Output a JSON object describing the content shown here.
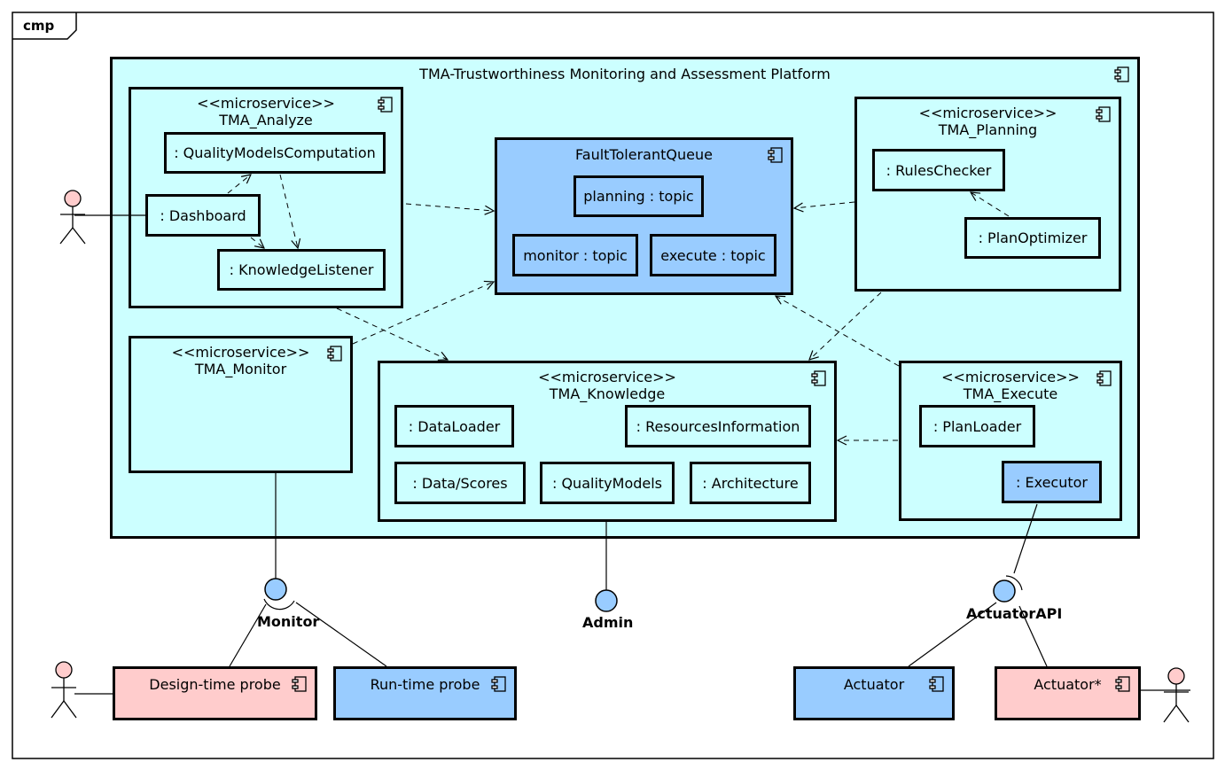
{
  "frame_label": "cmp",
  "platform": {
    "title": "TMA-Trustworthiness Monitoring and Assessment Platform"
  },
  "stereotype": "<<microservice>>",
  "analyze": {
    "name": "TMA_Analyze",
    "parts": [
      ": QualityModelsComputation",
      ": Dashboard",
      ": KnowledgeListener"
    ]
  },
  "queue": {
    "name": "FaultTolerantQueue",
    "topics": [
      "planning : topic",
      "monitor : topic",
      "execute : topic"
    ]
  },
  "planning": {
    "name": "TMA_Planning",
    "parts": [
      ": RulesChecker",
      ": PlanOptimizer"
    ]
  },
  "monitor_ms": {
    "name": "TMA_Monitor"
  },
  "knowledge": {
    "name": "TMA_Knowledge",
    "parts": [
      ": DataLoader",
      ": ResourcesInformation",
      ": Data/Scores",
      ": QualityModels",
      ": Architecture"
    ]
  },
  "execute": {
    "name": "TMA_Execute",
    "parts": [
      ": PlanLoader",
      ": Executor"
    ]
  },
  "interfaces": {
    "monitor": "Monitor",
    "admin": "Admin",
    "actuator_api": "ActuatorAPI"
  },
  "external": {
    "design_probe": "Design-time probe",
    "runtime_probe": "Run-time probe",
    "actuator": "Actuator",
    "actuator_star": "Actuator*"
  },
  "colors": {
    "container": "#ccffff",
    "highlight": "#99ccff",
    "external": "#ffcccc"
  }
}
